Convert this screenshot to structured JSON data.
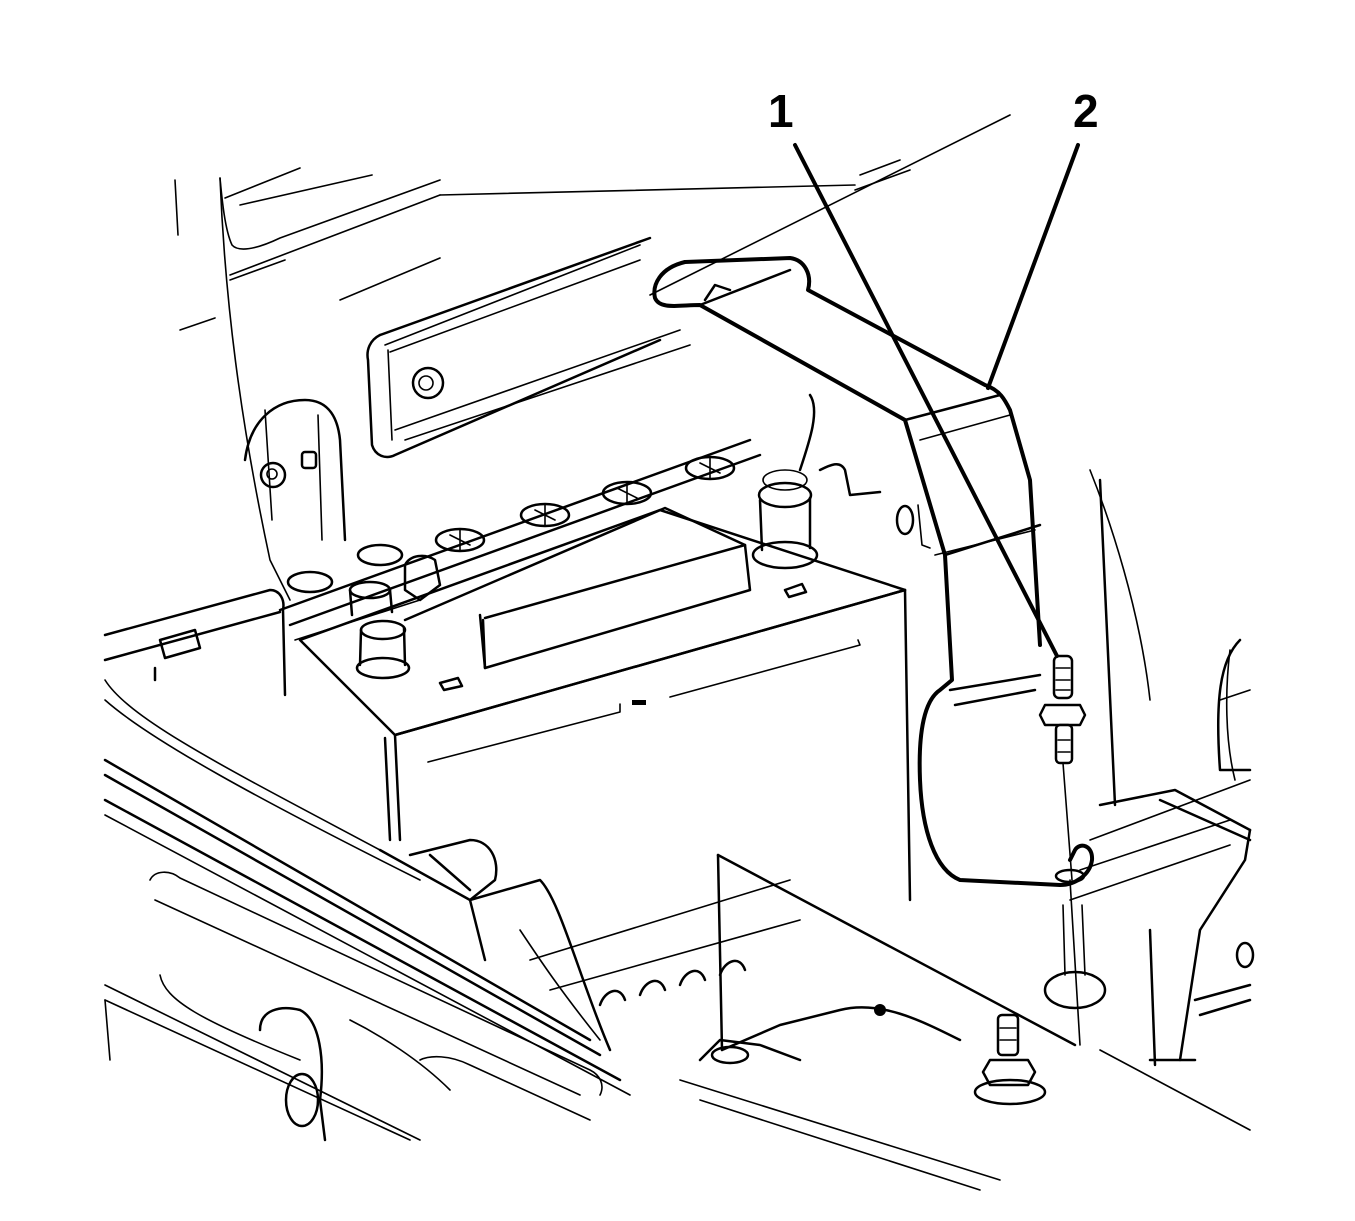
{
  "figure": {
    "type": "technical-line-illustration",
    "subject": "battery tray area with hold-down bracket and stud",
    "colors": {
      "ink": "#000000",
      "background": "#ffffff"
    }
  },
  "callouts": [
    {
      "id": "1",
      "label": "1",
      "target": "battery-hold-down-stud"
    },
    {
      "id": "2",
      "label": "2",
      "target": "battery-hold-down-bracket"
    }
  ]
}
